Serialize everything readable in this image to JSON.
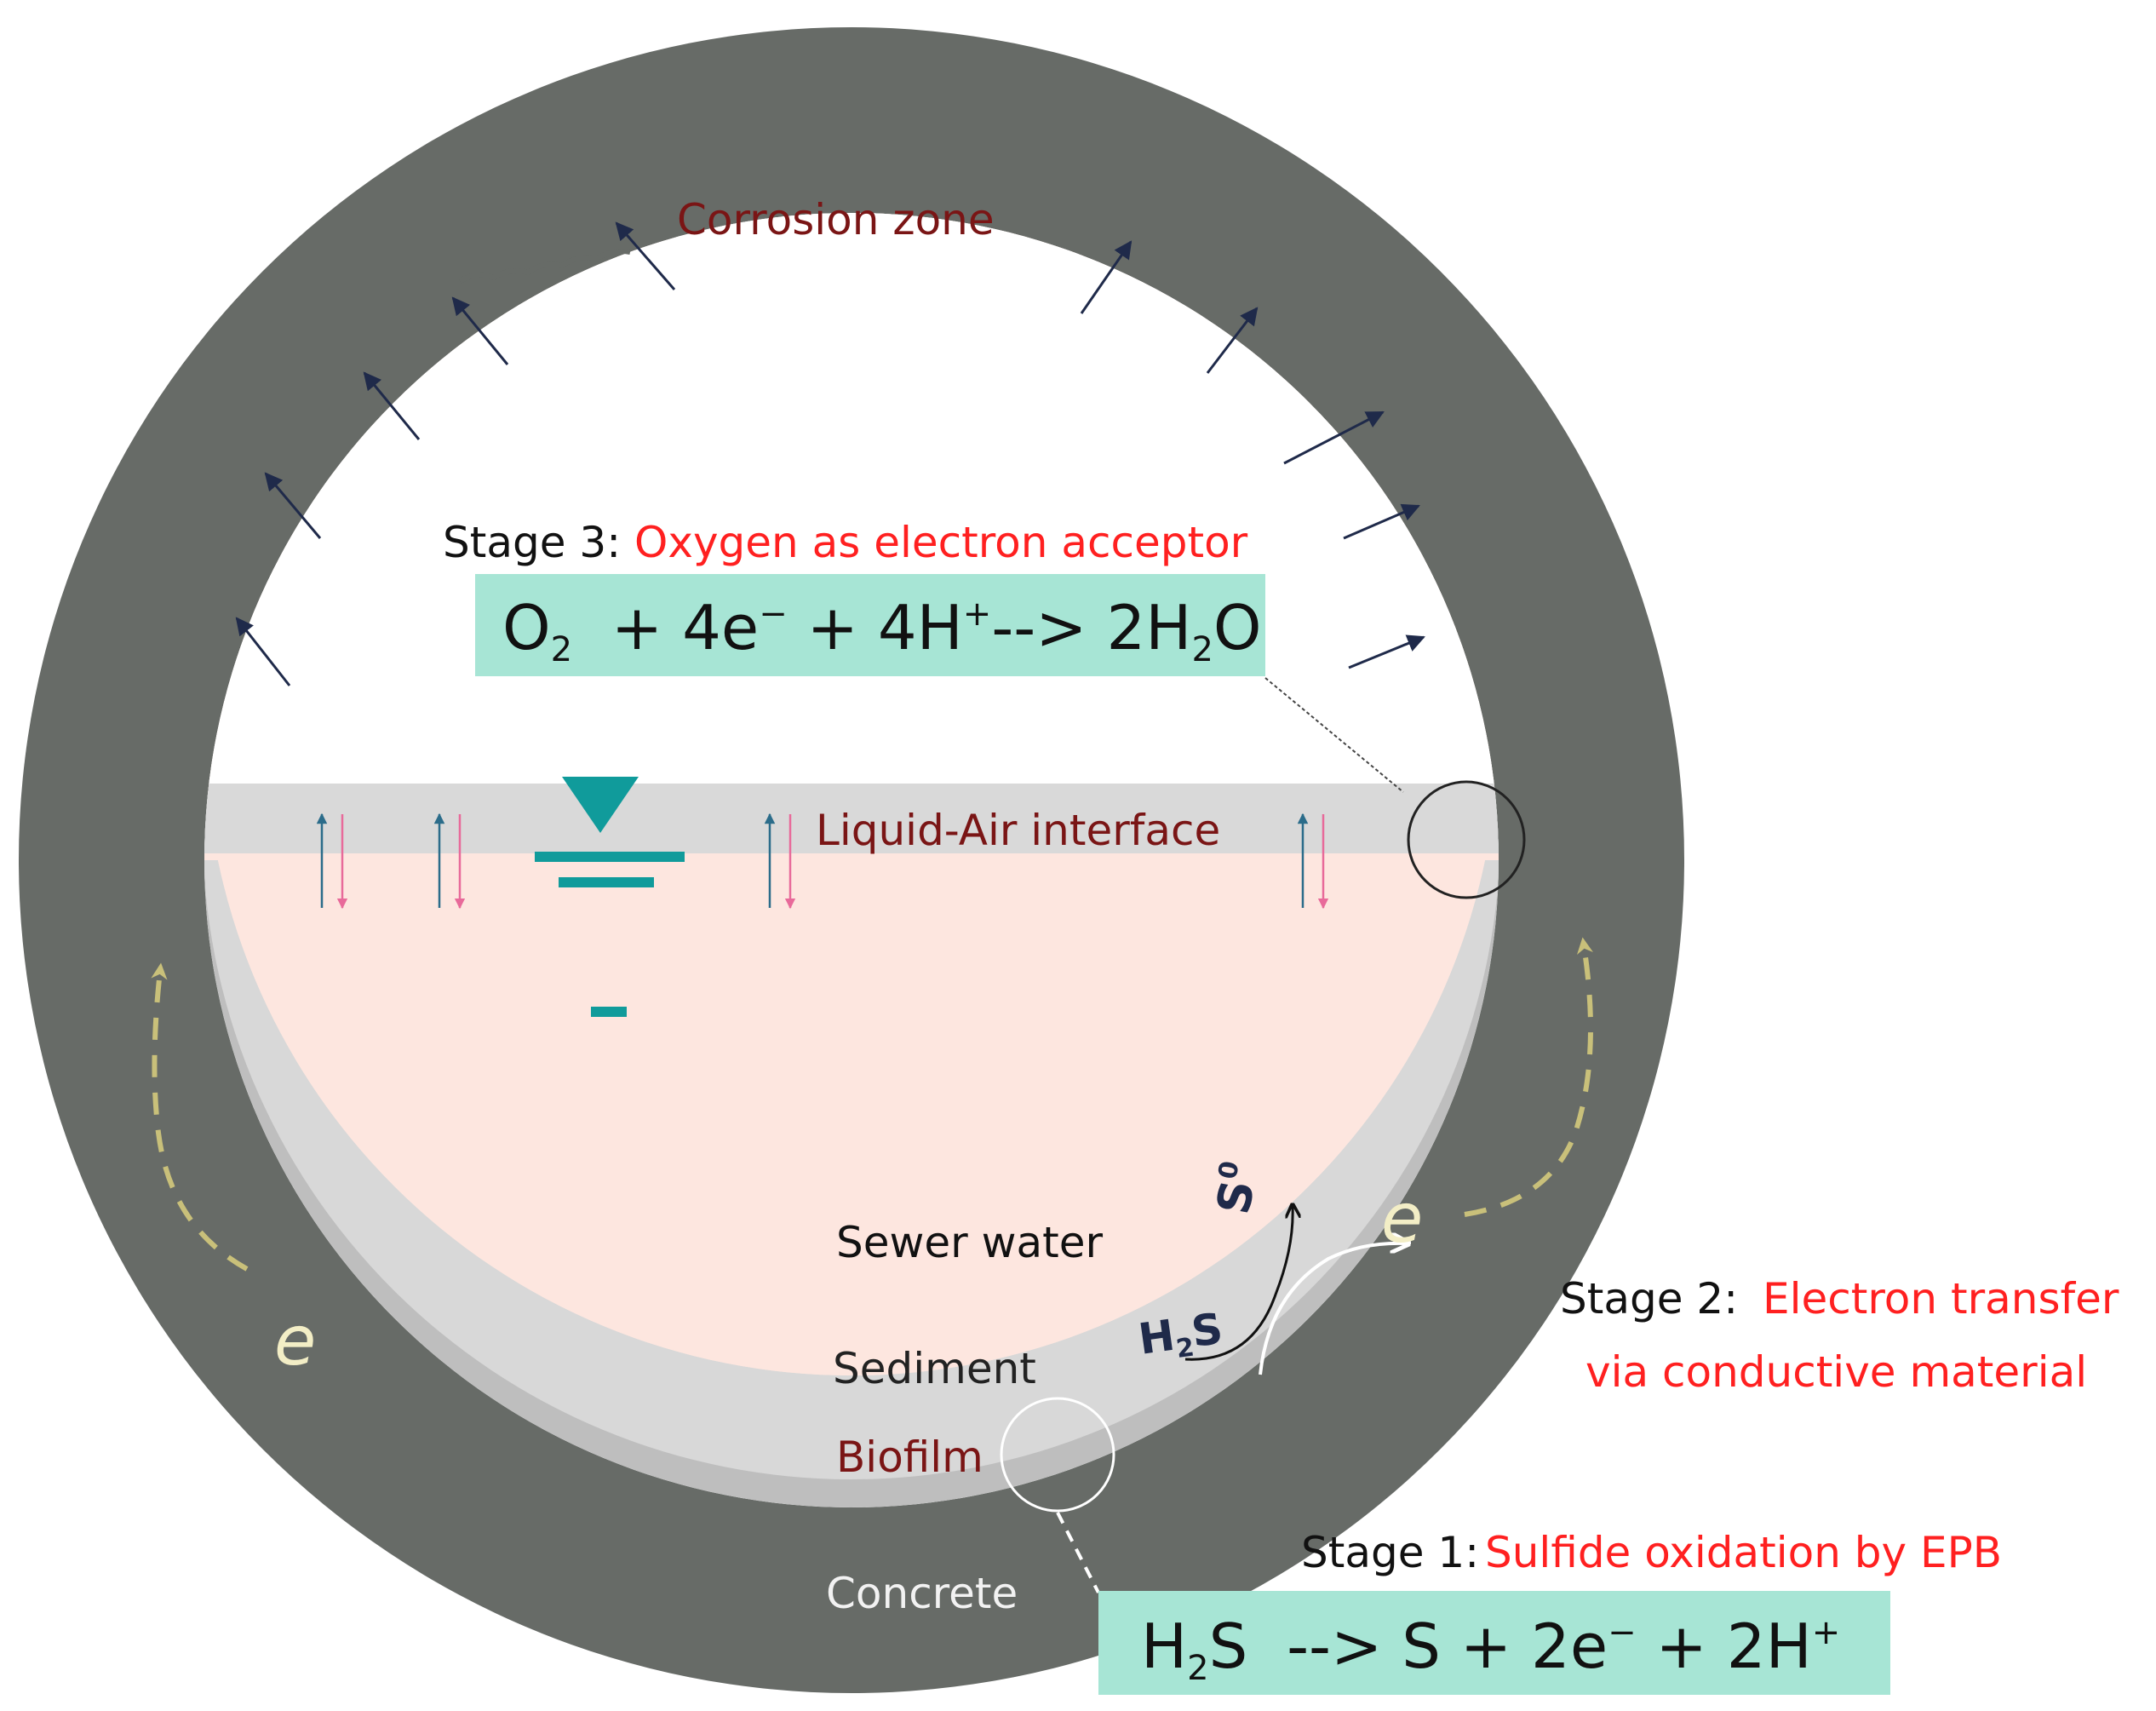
{
  "labels": {
    "corrosion_zone": "Corrosion zone",
    "liquid_air_interface": "Liquid-Air interface",
    "sewer_water": "Sewer water",
    "sediment": "Sediment",
    "biofilm": "Biofilm",
    "concrete": "Concrete"
  },
  "stage3": {
    "prefix": "Stage 3:",
    "title": "Oxygen as electron acceptor",
    "equation": {
      "o": "O",
      "o_sub": "2",
      "part_a": "  + 4e",
      "minus": "−",
      "part_b": " + 4H",
      "plus": "+",
      "part_c": "--> 2H",
      "h_sub": "2",
      "part_d": "O"
    }
  },
  "stage2": {
    "prefix": "Stage 2:",
    "title_line1": "Electron transfer",
    "title_line2": "via conductive material"
  },
  "stage1": {
    "prefix": "Stage 1:",
    "title": "Sulfide oxidation by EPB",
    "equation": {
      "h": "H",
      "h_sub": "2",
      "part_a": "S  --> S + 2e",
      "minus": "−",
      "part_b": " + 2H",
      "plus": "+"
    }
  },
  "species": {
    "s0_main": "S",
    "s0_sup": "0",
    "h2s_h": "H",
    "h2s_sub": "2",
    "h2s_s": "S",
    "electron_left": "e",
    "electron_right": "e"
  },
  "colors": {
    "concrete": "#676b67",
    "water": "#fde6df",
    "sediment": "#d8d8d8",
    "biofilm": "#bebebe",
    "accent_teal": "#109b9b",
    "equation_box": "#a7e5d5",
    "stage_red": "#ff2020",
    "dark_red_label": "#7a1515",
    "arrow_navy": "#1f2a4a",
    "electron_yellow": "#c9c07a"
  }
}
